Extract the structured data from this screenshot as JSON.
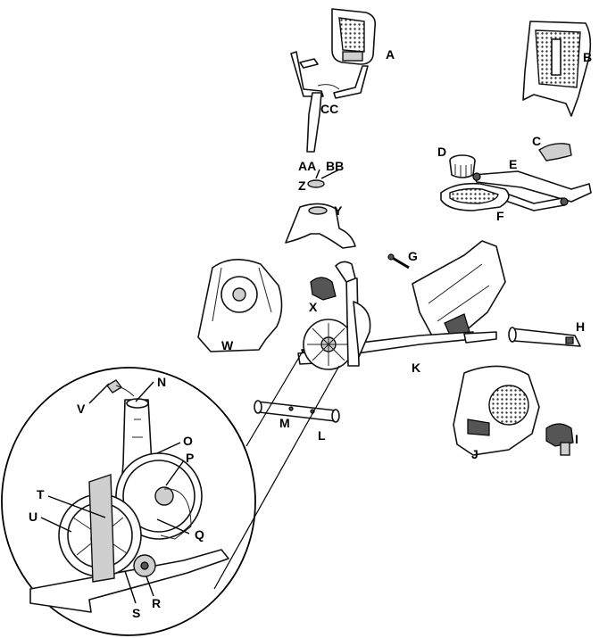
{
  "labels": {
    "A": "A",
    "B": "B",
    "C": "C",
    "CC": "CC",
    "D": "D",
    "E": "E",
    "F": "F",
    "AA": "AA",
    "BB": "BB",
    "Z": "Z",
    "Y": "Y",
    "G": "G",
    "H": "H",
    "X": "X",
    "W": "W",
    "K": "K",
    "I": "I",
    "J": "J",
    "M": "M",
    "L": "L",
    "V": "V",
    "N": "N",
    "O": "O",
    "P": "P",
    "T": "T",
    "U": "U",
    "Q": "Q",
    "S": "S",
    "R": "R"
  }
}
